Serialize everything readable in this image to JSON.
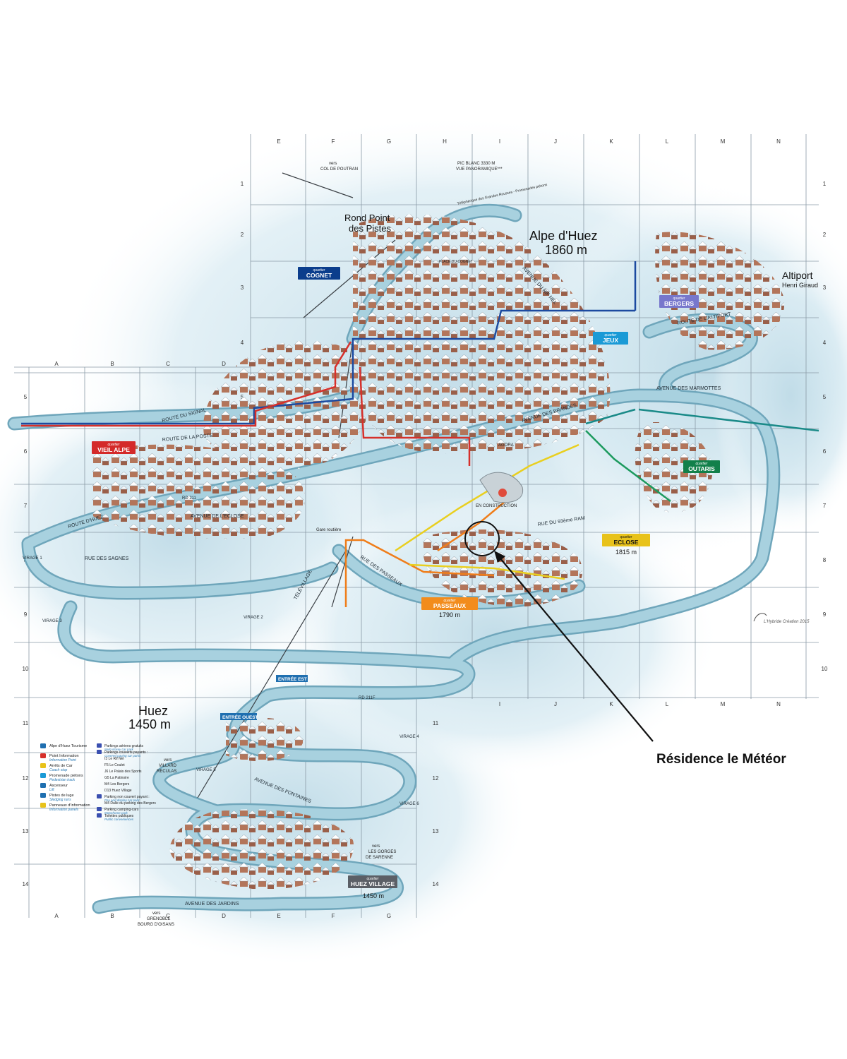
{
  "grid": {
    "top_columns": [
      "E",
      "F",
      "G",
      "H",
      "I",
      "J",
      "K",
      "L",
      "M",
      "N"
    ],
    "left_columns": [
      "A",
      "B",
      "C",
      "D"
    ],
    "bottom_columns_left": [
      "A",
      "B",
      "C",
      "D",
      "E",
      "F",
      "G"
    ],
    "bottom_columns_right": [
      "I",
      "J",
      "K",
      "L",
      "M",
      "N"
    ],
    "rows_right": [
      "1",
      "2",
      "3",
      "4",
      "5",
      "6",
      "7",
      "8",
      "9",
      "10"
    ],
    "rows_left": [
      "5",
      "6",
      "7",
      "8",
      "9",
      "10",
      "11",
      "12",
      "13",
      "14"
    ],
    "rows_mid": [
      "11",
      "12",
      "13",
      "14"
    ]
  },
  "places": {
    "alpe_name": "Alpe d'Huez",
    "alpe_alt": "1860 m",
    "huez_name": "Huez",
    "huez_alt": "1450 m",
    "rond_point_1": "Rond Point",
    "rond_point_2": "des Pistes",
    "altiport_1": "Altiport",
    "altiport_2": "Henri Giraud",
    "pic_blanc_1": "PIC BLANC 3330 M",
    "pic_blanc_2": "VUE PANORAMIQUE***",
    "col_poutran_1": "vers",
    "col_poutran_2": "COL DE POUTRAN",
    "telepherique": "Téléphérique des Grandes Rousses - Promenades piétons",
    "place_cognet": "PLACE DU COGNET",
    "en_construction": "EN CONSTRUCTION",
    "gare_routiere": "Gare routière",
    "agora": "AGORA",
    "entree_est": "ENTRÉE EST",
    "entree_ouest": "ENTRÉE OUEST",
    "vers_grenoble_1": "vers",
    "vers_grenoble_2": "GRENOBLE",
    "vers_grenoble_3": "BOURG D'OISANS",
    "vers_villard_1": "vers",
    "vers_villard_2": "VILLARD",
    "vers_villard_3": "RECULAS",
    "vers_sarenne_1": "vers",
    "vers_sarenne_2": "LES GORGES",
    "vers_sarenne_3": "DE SARENNE"
  },
  "roads": {
    "route_du_signal": "ROUTE DU SIGNAL",
    "route_de_la_poste": "ROUTE DE LA POSTE",
    "route_d_huez": "ROUTE D'HUEZ",
    "avenue_de_l_eclose": "AVENUE DE L'ECLOSE",
    "rue_des_sagnes": "RUE DES SAGNES",
    "avenue_des_brandes": "AVENUE DES BRANDES",
    "avenue_des_marmottes": "AVENUE DES MARMOTTES",
    "route_de_l_altiport": "ROUTE DE L'ALTIPORT",
    "rue_des_passeaux": "RUE DES PASSEAUX",
    "rue_du_93eme_ram": "RUE DU 93ème RAM",
    "avenue_des_jardins": "AVENUE DES JARDINS",
    "avenue_des_fontaines": "AVENUE DES FONTAINES",
    "avenue_du_rif_nel": "AVENUE DU RIF NEL",
    "televillage": "TÉLÉVILLAGE",
    "rd211": "RD 211",
    "rd211f": "RD 211F",
    "virage_1": "VIRAGE 1",
    "virage_2": "VIRAGE 2",
    "virage_3": "VIRAGE 3",
    "virage_4": "VIRAGE 4",
    "virage_5": "VIRAGE 5",
    "virage_6": "VIRAGE 6"
  },
  "quarters": [
    {
      "id": "cognet",
      "small": "quartier",
      "name": "COGNET",
      "color": "#0b3d8c"
    },
    {
      "id": "bergers",
      "small": "quartier",
      "name": "BERGERS",
      "color": "#7777cc"
    },
    {
      "id": "jeux",
      "small": "quartier",
      "name": "JEUX",
      "color": "#1a9ad6"
    },
    {
      "id": "vieil_alpe",
      "small": "quartier",
      "name": "VIEIL ALPE",
      "color": "#d42a2a"
    },
    {
      "id": "outaris",
      "small": "quartier",
      "name": "OUTARIS",
      "color": "#12804a"
    },
    {
      "id": "eclose",
      "small": "quartier",
      "name": "ECLOSE",
      "color": "#e8c21a"
    },
    {
      "id": "passeaux",
      "small": "quartier",
      "name": "PASSEAUX",
      "color": "#f28c1c"
    },
    {
      "id": "huez_village",
      "small": "quartier",
      "name": "HUEZ VILLAGE",
      "color": "#5b5f66"
    }
  ],
  "altitudes": {
    "eclose": "1815 m",
    "passeaux": "1790 m",
    "huez_village": "1450 m"
  },
  "legend": [
    {
      "icon": "tourism-office-icon",
      "text": "Alpe d'Huez Tourisme",
      "sub": ""
    },
    {
      "icon": "information-icon",
      "text": "Point Information",
      "sub": "Information Point"
    },
    {
      "icon": "coach-stop-icon",
      "text": "Arrêts de Car",
      "sub": "Coach stop"
    },
    {
      "icon": "pedestrian-track-icon",
      "text": "Promenade piétons",
      "sub": "Pedestrian track"
    },
    {
      "icon": "lift-icon",
      "text": "Ascenseur",
      "sub": "Lift"
    },
    {
      "icon": "sledging-icon",
      "text": "Pistes de luge",
      "sub": "Sledging runs"
    },
    {
      "icon": "info-panel-icon",
      "text": "Panneaux d'information",
      "sub": "Information panels"
    }
  ],
  "legend_parking": [
    {
      "text": "Parkings aériens gratuits",
      "sub": "Multi-storey car park"
    },
    {
      "text": "Parkings couverts payants :",
      "sub": "Covered paying car parks"
    },
    {
      "text": "I3 Le Rif Nel",
      "sub": ""
    },
    {
      "text": "F5 Le Coulet",
      "sub": ""
    },
    {
      "text": "J6 Le Palais des Sports",
      "sub": ""
    },
    {
      "text": "G5 La Patinoire",
      "sub": ""
    },
    {
      "text": "M4 Les Bergers",
      "sub": ""
    },
    {
      "text": "D13 Huez Village",
      "sub": ""
    },
    {
      "text": "Parking non couvert payant :",
      "sub": "Pay and display car park"
    },
    {
      "text": "M4 Dalle du parking des Bergers",
      "sub": ""
    },
    {
      "text": "Parking camping-cars",
      "sub": "Motorhome park"
    },
    {
      "text": "Toilettes publiques",
      "sub": "Public conveniences"
    }
  ],
  "annotation": {
    "label": "Résidence le Météor"
  },
  "credit": "L'Hybride Création 2015",
  "colors": {
    "snow": "#dcebf2",
    "road": "#9ec9d8",
    "road_edge": "#6fa6bb",
    "grid": "#8a9aa6",
    "blue_route": "#1c4aa0",
    "red_route": "#d6302b",
    "orange_route": "#ef7d1a",
    "yellow_route": "#e9cf1f",
    "green_route": "#1c9a5e",
    "teal_route": "#1a8a88"
  }
}
